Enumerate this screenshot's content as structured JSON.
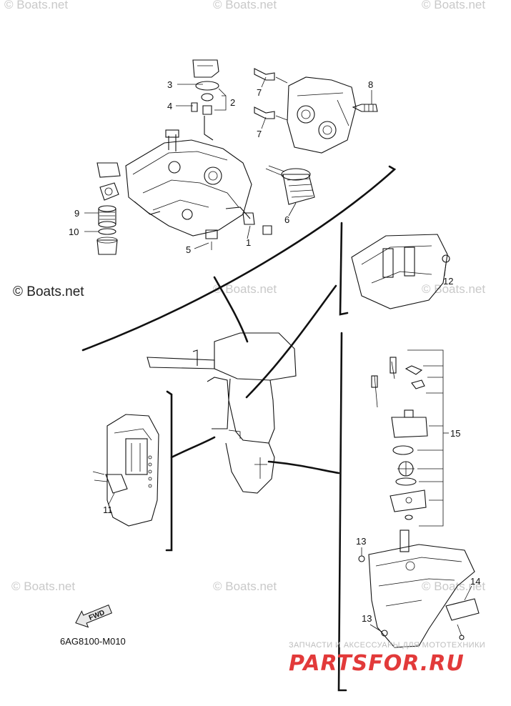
{
  "watermarks": {
    "corner_text": "© Boats.net",
    "main_text": "© Boats.net"
  },
  "diagram_code": "6AG8100-M010",
  "fwd_label": "FWD",
  "promo": {
    "tagline": "ЗАПЧАСТИ И АКСЕССУАРЫ ДЛЯ МОТОТЕХНИКИ",
    "brand": "PARTSFOR.RU"
  },
  "callouts": [
    "1",
    "2",
    "3",
    "4",
    "5",
    "6",
    "7",
    "7",
    "8",
    "9",
    "10",
    "11",
    "12",
    "13",
    "13",
    "14",
    "15"
  ],
  "colors": {
    "line": "#111111",
    "watermark": "#c9c9c9",
    "brand_red": "#e23a3a"
  }
}
